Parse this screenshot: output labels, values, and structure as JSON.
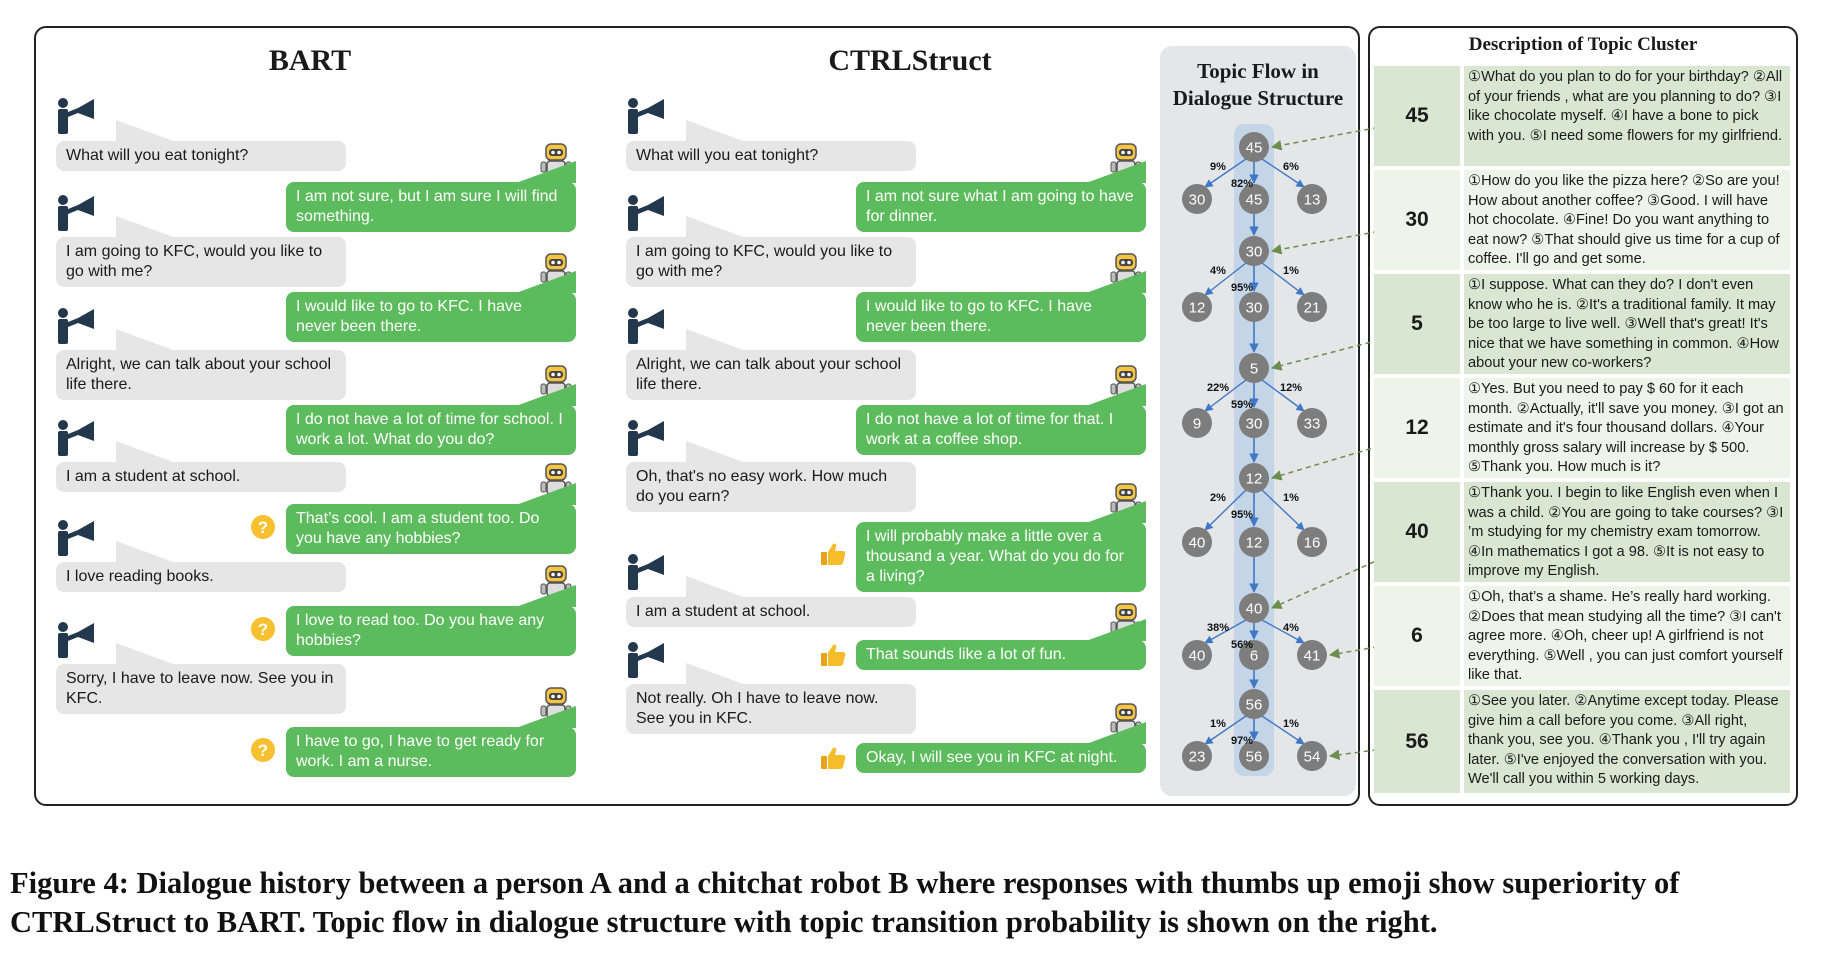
{
  "columns": {
    "bart": "BART",
    "ctrl": "CTRLStruct"
  },
  "bart_dialogue": [
    {
      "speaker": "A",
      "text": "What will you eat tonight?",
      "mark": ""
    },
    {
      "speaker": "B",
      "text": "I am not sure, but I am sure I will find something.",
      "mark": ""
    },
    {
      "speaker": "A",
      "text": "I am going to KFC, would you like to go with me?",
      "mark": ""
    },
    {
      "speaker": "B",
      "text": "I would like to go to KFC. I have never been there.",
      "mark": ""
    },
    {
      "speaker": "A",
      "text": "Alright, we can talk about your school life there.",
      "mark": ""
    },
    {
      "speaker": "B",
      "text": "I do not have a lot of time for school. I work a lot. What do you do?",
      "mark": ""
    },
    {
      "speaker": "A",
      "text": "I am a student at school.",
      "mark": ""
    },
    {
      "speaker": "B",
      "text": "That’s cool. I am a student too. Do you have any hobbies?",
      "mark": "question"
    },
    {
      "speaker": "A",
      "text": "I love reading books.",
      "mark": ""
    },
    {
      "speaker": "B",
      "text": "I love to read too. Do you have any hobbies?",
      "mark": "question"
    },
    {
      "speaker": "A",
      "text": "Sorry, I have to leave now. See you in KFC.",
      "mark": ""
    },
    {
      "speaker": "B",
      "text": "I have to go, I have to get ready for work. I am a nurse.",
      "mark": "question"
    }
  ],
  "ctrl_dialogue": [
    {
      "speaker": "A",
      "text": "What will you eat tonight?",
      "mark": ""
    },
    {
      "speaker": "B",
      "text": "I am not sure what I am going to have for dinner.",
      "mark": ""
    },
    {
      "speaker": "A",
      "text": "I am going to KFC, would you like to go with me?",
      "mark": ""
    },
    {
      "speaker": "B",
      "text": "I would like to go to KFC. I have never been there.",
      "mark": ""
    },
    {
      "speaker": "A",
      "text": "Alright, we can talk about your school life there.",
      "mark": ""
    },
    {
      "speaker": "B",
      "text": "I do not have a lot of time for that. I work at a coffee shop.",
      "mark": ""
    },
    {
      "speaker": "A",
      "text": "Oh, that's no easy work. How much do you earn?",
      "mark": ""
    },
    {
      "speaker": "B",
      "text": "I will probably make a little over a thousand a year. What do you do for a living?",
      "mark": "thumb"
    },
    {
      "speaker": "A",
      "text": "I am a student at school.",
      "mark": ""
    },
    {
      "speaker": "B",
      "text": "That sounds like a lot of fun.",
      "mark": "thumb"
    },
    {
      "speaker": "A",
      "text": "Not really. Oh I have to leave now. See you in KFC.",
      "mark": ""
    },
    {
      "speaker": "B",
      "text": "Okay, I will see you in KFC at night.",
      "mark": "thumb"
    }
  ],
  "topic_flow": {
    "title_line1": "Topic Flow in",
    "title_line2": "Dialogue Structure",
    "levels": [
      {
        "center": "45",
        "next": "45",
        "left": "30",
        "right": "13",
        "p_left": "9%",
        "p_center": "82%",
        "p_right": "6%",
        "cluster": "45"
      },
      {
        "center": "30",
        "next": "30",
        "left": "12",
        "right": "21",
        "p_left": "4%",
        "p_center": "95%",
        "p_right": "1%",
        "cluster": "30"
      },
      {
        "center": "5",
        "next": "30",
        "left": "9",
        "right": "33",
        "p_left": "22%",
        "p_center": "59%",
        "p_right": "12%",
        "cluster": "5"
      },
      {
        "center": "12",
        "next": "12",
        "left": "40",
        "right": "16",
        "p_left": "2%",
        "p_center": "95%",
        "p_right": "1%",
        "cluster": "12"
      },
      {
        "center": "40",
        "next": "6",
        "left": "40",
        "right": "41",
        "p_left": "38%",
        "p_center": "56%",
        "p_right": "4%",
        "cluster": "40"
      },
      {
        "center": "56",
        "next": "56",
        "left": "23",
        "right": "54",
        "p_left": "1%",
        "p_center": "97%",
        "p_right": "1%",
        "cluster": "56"
      }
    ]
  },
  "description": {
    "title": "Description of Topic Cluster",
    "rows": [
      {
        "id": "45",
        "text": "①What do you plan to do for your birthday? ②All of your friends , what are you planning to do? ③I like chocolate myself. ④I have a bone to pick with you. ⑤I need some flowers for my girlfriend."
      },
      {
        "id": "30",
        "text": "①How do you like the pizza here? ②So are you! How about another coffee? ③Good. I will have hot chocolate. ④Fine! Do you want anything to eat now? ⑤That should give us time for a cup of coffee. I'll go and get some."
      },
      {
        "id": "5",
        "text": "①I suppose. What can they do? I don't even know who he is. ②It's a traditional family. It may be too large to live well. ③Well that's great! It's nice that we have something in common. ④How about your new co-workers?"
      },
      {
        "id": "12",
        "text": "①Yes. But you need to pay $ 60 for it each month. ②Actually, it'll save you money. ③I got an estimate and it's four thousand dollars. ④Your monthly gross salary will increase by $ 500. ⑤Thank you. How much is it?"
      },
      {
        "id": "40",
        "text": "①Thank you. I begin to like English even when I was a child. ②You are going to take courses? ③I ’m studying for my chemistry exam tomorrow. ④In mathematics I got a 98. ⑤It is not easy to improve my English."
      },
      {
        "id": "6",
        "text": "①Oh, that’s a shame. He’s really hard working. ②Does that mean studying all the time? ③I can't agree more. ④Oh, cheer up! A girlfriend is not everything. ⑤Well , you can just comfort yourself like that."
      },
      {
        "id": "56",
        "text": "①See you later. ②Anytime except today. Please give him a call before you come. ③All right, thank you, see you. ④Thank you , I'll try again later. ⑤I've enjoyed the conversation with you. We'll call you within 5 working days."
      }
    ]
  },
  "caption": "Figure 4: Dialogue history between a person A and a chitchat robot B where responses with thumbs up emoji show superiority of CTRLStruct to BART. Topic flow in dialogue structure with topic transition probability is shown on the right.",
  "icons": {
    "person": "person-megaphone-icon",
    "robot": "robot-icon",
    "question": "question-mark-icon",
    "thumb": "thumbs-up-icon"
  },
  "colors": {
    "bubble_a": "#e6e6e6",
    "bubble_b": "#5cbb5c",
    "node": "#7d7d7d",
    "flow": "#c5d5e8",
    "arrow": "#3f78c6",
    "dashed": "#6b8e4e",
    "desc_dark": "#d9e6d2",
    "desc_light": "#eef4ea"
  }
}
